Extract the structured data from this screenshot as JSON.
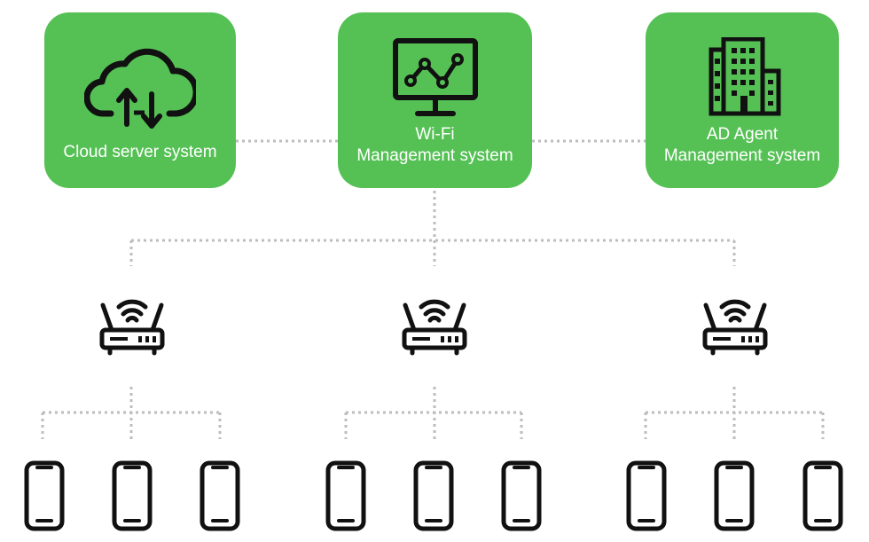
{
  "nodes": {
    "cloud": {
      "label_line1": "Cloud server system",
      "icon": "cloud-upload-download-icon"
    },
    "wifi": {
      "label_line1": "Wi-Fi",
      "label_line2": "Management system",
      "icon": "monitor-line-chart-icon"
    },
    "ad": {
      "label_line1": "AD Agent",
      "label_line2": "Management system",
      "icon": "office-building-icon"
    }
  },
  "access_points": [
    {
      "icon": "wifi-router-icon"
    },
    {
      "icon": "wifi-router-icon"
    },
    {
      "icon": "wifi-router-icon"
    }
  ],
  "phones": [
    {
      "icon": "smartphone-icon"
    },
    {
      "icon": "smartphone-icon"
    },
    {
      "icon": "smartphone-icon"
    },
    {
      "icon": "smartphone-icon"
    },
    {
      "icon": "smartphone-icon"
    },
    {
      "icon": "smartphone-icon"
    },
    {
      "icon": "smartphone-icon"
    },
    {
      "icon": "smartphone-icon"
    },
    {
      "icon": "smartphone-icon"
    }
  ],
  "colors": {
    "node_fill": "#55c155",
    "text": "#ffffff",
    "icon": "#111111",
    "connector": "#bdbdbd"
  }
}
